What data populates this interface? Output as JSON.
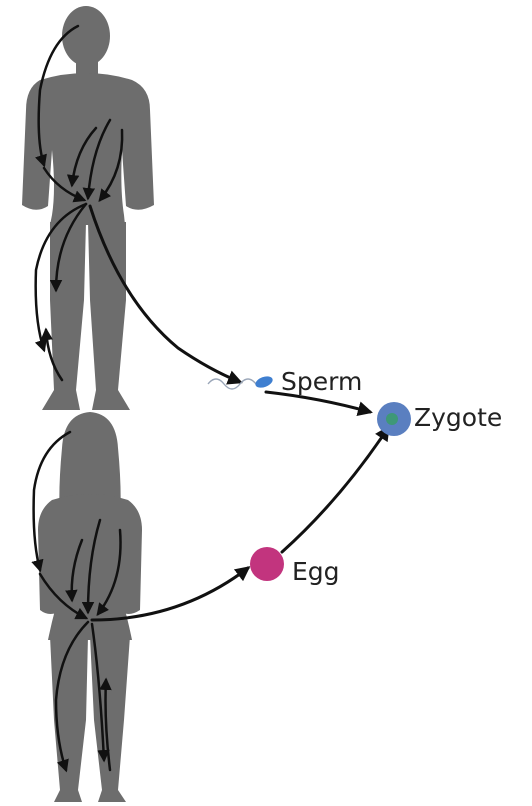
{
  "labels": {
    "sperm": "Sperm",
    "zygote": "Zygote",
    "egg": "Egg"
  },
  "colors": {
    "silhouette": "#6d6d6d",
    "egg": "#c2347e",
    "zygote": "#5a7fc0",
    "zygote_nucleus": "#3a9c6a",
    "sperm": "#3f7fd0",
    "arrows": "#111111"
  }
}
